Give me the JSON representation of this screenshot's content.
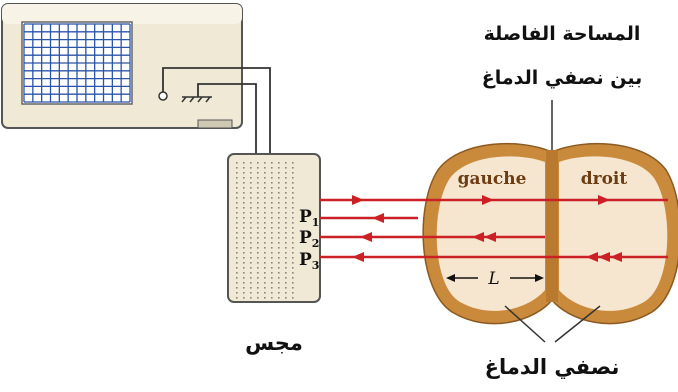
{
  "labels": {
    "gap_line1": "المساحة الفاصلة",
    "gap_line2": "بين نصفي الدماغ",
    "hemispheres": "نصفي الدماغ",
    "probe": "مجس",
    "left": "gauche",
    "right": "droit",
    "p": "P",
    "p1": "1",
    "p2": "2",
    "p3": "3",
    "length": "L"
  },
  "colors": {
    "ray": "#cc2027",
    "skull": "#c98a3c",
    "brain": "#f6e6cf",
    "device": "#efe9d6",
    "screen": "#2a54a8"
  }
}
